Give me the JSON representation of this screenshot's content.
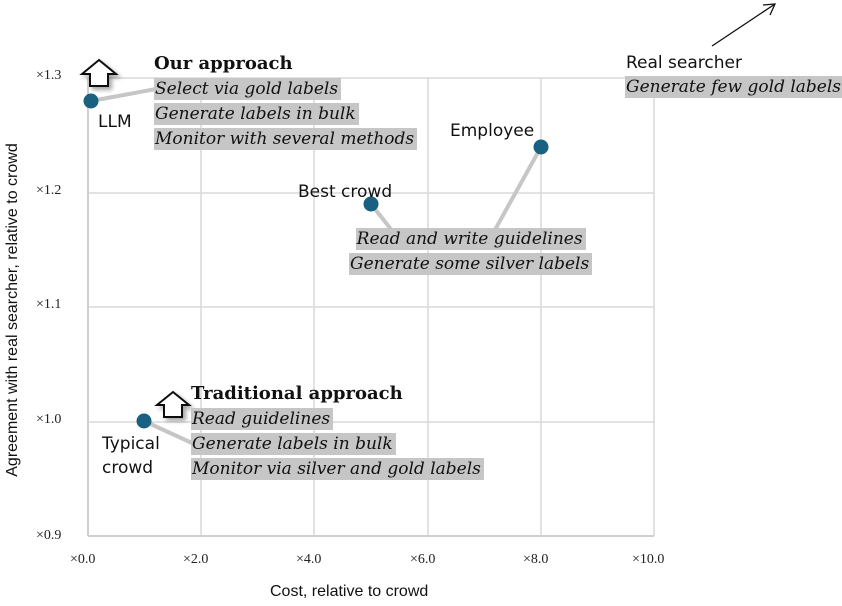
{
  "chart_data": {
    "type": "scatter",
    "title": "",
    "xlabel": "Cost, relative to crowd",
    "ylabel": "Agreement with real searcher, relative to crowd",
    "xlim": [
      0,
      10
    ],
    "ylim": [
      0.9,
      1.3
    ],
    "x_ticks": [
      "×0.0",
      "×2.0",
      "×4.0",
      "×6.0",
      "×8.0",
      "×10.0"
    ],
    "y_ticks": [
      "×0.9",
      "×1.0",
      "×1.1",
      "×1.2",
      "×1.3"
    ],
    "grid": true,
    "legend": null,
    "point_color": "#1a6080",
    "points": [
      {
        "label": "LLM",
        "x": 0.05,
        "y": 1.28
      },
      {
        "label": "Typical crowd",
        "x": 1.0,
        "y": 1.0
      },
      {
        "label": "Best crowd",
        "x": 5.0,
        "y": 1.19
      },
      {
        "label": "Employee",
        "x": 8.0,
        "y": 1.24
      }
    ],
    "annotations": [
      {
        "title": "Our approach",
        "items": [
          "Select via gold labels",
          "Generate labels in bulk",
          "Monitor with several methods"
        ],
        "attached_to": "LLM"
      },
      {
        "title": "Traditional approach",
        "items": [
          "Read guidelines",
          "Generate labels in bulk",
          "Monitor via silver and gold labels"
        ],
        "attached_to": "Typical crowd"
      },
      {
        "title": "",
        "items": [
          "Read and write guidelines",
          "Generate some silver labels"
        ],
        "attached_to": [
          "Best crowd",
          "Employee"
        ]
      },
      {
        "title": "Real searcher",
        "items": [
          "Generate few gold labels"
        ],
        "attached_to": "off-chart arrow (upper right)"
      }
    ]
  },
  "labels": {
    "llm": "LLM",
    "typical_crowd_1": "Typical",
    "typical_crowd_2": "crowd",
    "best_crowd": "Best crowd",
    "employee": "Employee",
    "real_searcher": "Real searcher"
  },
  "our_approach": {
    "title": "Our approach",
    "items": [
      "Select via gold labels",
      "Generate labels in bulk",
      "Monitor with several methods"
    ]
  },
  "traditional_approach": {
    "title": "Traditional approach",
    "items": [
      "Read guidelines",
      "Generate labels in bulk",
      "Monitor via silver and gold labels"
    ]
  },
  "crowd_employee": {
    "items": [
      "Read and write guidelines",
      "Generate some silver labels"
    ]
  },
  "real_searcher_note": {
    "items": [
      "Generate few gold labels"
    ]
  },
  "axes": {
    "xlabel": "Cost, relative to crowd",
    "ylabel": "Agreement with real searcher, relative to crowd",
    "x_ticks": [
      "×0.0",
      "×2.0",
      "×4.0",
      "×6.0",
      "×8.0",
      "×10.0"
    ],
    "y_ticks": [
      "×1.3",
      "×1.2",
      "×1.1",
      "×1.0",
      "×0.9"
    ]
  }
}
